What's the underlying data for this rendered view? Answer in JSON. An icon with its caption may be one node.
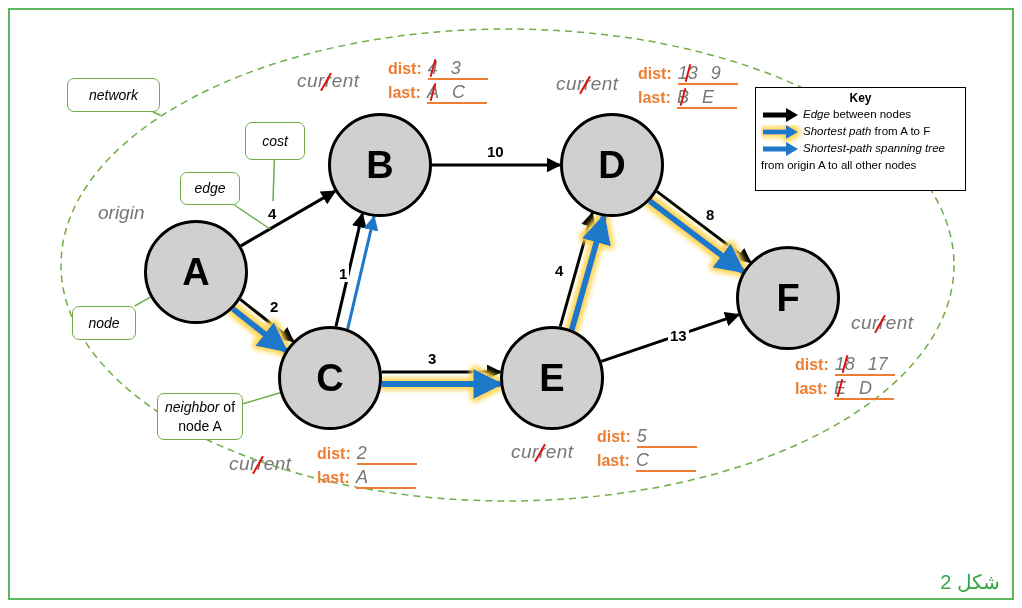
{
  "diagram": {
    "caption": "شكل 2",
    "nodes": [
      {
        "text": [],
        "shape": "ellipse"
      },
      {
        "text": [
          "A"
        ],
        "in": 0
      },
      {
        "text": [
          "B"
        ],
        "in": 0,
        "beside": [
          "current",
          "dist: 4 3",
          "last: A C"
        ]
      },
      {
        "text": [
          "C"
        ],
        "in": 0,
        "beside": [
          "current",
          "dist: 2",
          "last: A"
        ]
      },
      {
        "text": [
          "D"
        ],
        "in": 0,
        "beside": [
          "current",
          "dist: 13 9",
          "last: B E"
        ]
      },
      {
        "text": [
          "E"
        ],
        "in": 0,
        "beside": [
          "current",
          "dist: 5",
          "last: C"
        ]
      },
      {
        "text": [
          "F"
        ],
        "in": 0,
        "beside": [
          "current",
          "dist: 18 17",
          "last: E D"
        ]
      },
      {
        "text": [
          "network"
        ]
      },
      {
        "text": [
          "cost"
        ],
        "in": 0
      },
      {
        "text": [
          "edge"
        ],
        "in": 0
      },
      {
        "text": [
          "node"
        ],
        "in": 0
      },
      {
        "text": [
          "*neighbor* of node A"
        ],
        "in": 0
      }
    ],
    "edges": [
      {
        "from": 1,
        "to": 2,
        "arrow": "to",
        "label": "4"
      },
      {
        "from": 1,
        "to": 3,
        "arrow": "to",
        "label": "2"
      },
      {
        "from": 3,
        "to": 2,
        "arrow": "to",
        "label": "1"
      },
      {
        "from": 3,
        "to": 5,
        "arrow": "to",
        "label": "3"
      },
      {
        "from": 2,
        "to": 4,
        "arrow": "to",
        "label": "10"
      },
      {
        "from": 5,
        "to": 4,
        "arrow": "to",
        "label": "4"
      },
      {
        "from": 4,
        "to": 6,
        "arrow": "to",
        "label": "8"
      },
      {
        "from": 5,
        "to": 6,
        "arrow": "to",
        "label": "13"
      },
      {
        "from": 1,
        "to": 3,
        "arrow": "to",
        "style": "thick",
        "color": "#1f78c8"
      },
      {
        "from": 3,
        "to": 2,
        "arrow": "to",
        "color": "#1f78c8"
      },
      {
        "from": 3,
        "to": 5,
        "arrow": "to",
        "style": "thick",
        "color": "#1f78c8"
      },
      {
        "from": 5,
        "to": 4,
        "arrow": "to",
        "style": "thick",
        "color": "#1f78c8"
      },
      {
        "from": 4,
        "to": 6,
        "arrow": "to",
        "style": "thick",
        "color": "#1f78c8"
      },
      {
        "from": 7,
        "to": 0,
        "arrow": "none",
        "color": "#70ad47"
      },
      {
        "from": 8,
        "to": null,
        "arrow": "none",
        "color": "#70ad47"
      },
      {
        "from": 9,
        "to": null,
        "arrow": "none",
        "color": "#70ad47"
      },
      {
        "from": 10,
        "to": 1,
        "arrow": "none",
        "color": "#70ad47"
      },
      {
        "from": 11,
        "to": 3,
        "arrow": "none",
        "color": "#70ad47"
      }
    ],
    "labels": [
      "origin",
      "Key"
    ],
    "legend": [
      {
        "text": "*Edge* between nodes"
      },
      {
        "text": "*Shortest path* from A to F"
      },
      {
        "text": "*Shortest-path spanning tree* from origin A to all other nodes"
      }
    ]
  }
}
